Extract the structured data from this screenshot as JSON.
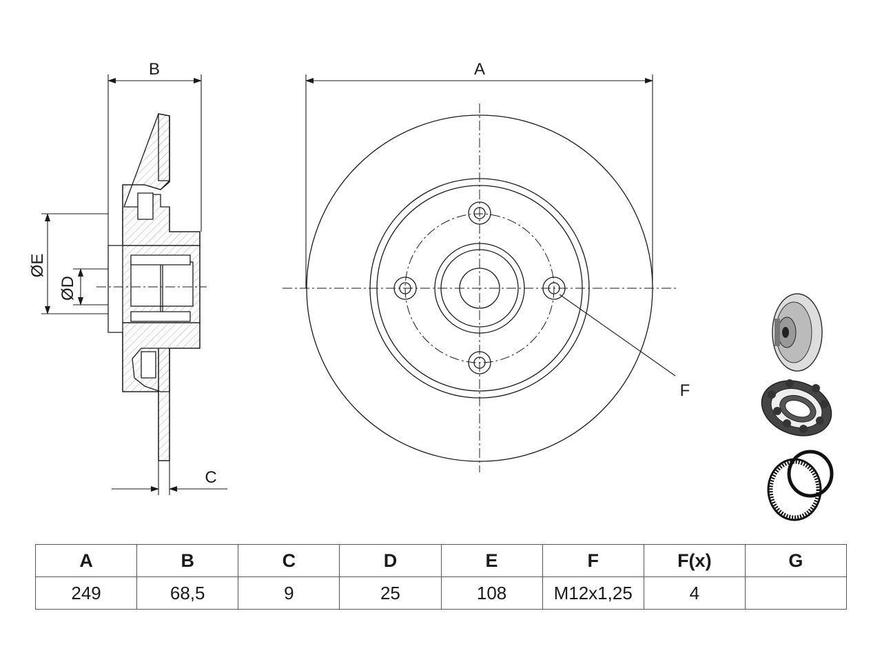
{
  "labels": {
    "dim_a": "A",
    "dim_b": "B",
    "dim_c": "C",
    "dim_d": "ØD",
    "dim_e": "ØE",
    "callout_f": "F"
  },
  "table": {
    "headers": [
      "A",
      "B",
      "C",
      "D",
      "E",
      "F",
      "F(x)",
      "G"
    ],
    "values": [
      "249",
      "68,5",
      "9",
      "25",
      "108",
      "M12x1,25",
      "4",
      ""
    ]
  },
  "icons": [
    "brake-disc-icon",
    "ball-bearing-icon",
    "abs-sensor-ring-icon"
  ]
}
